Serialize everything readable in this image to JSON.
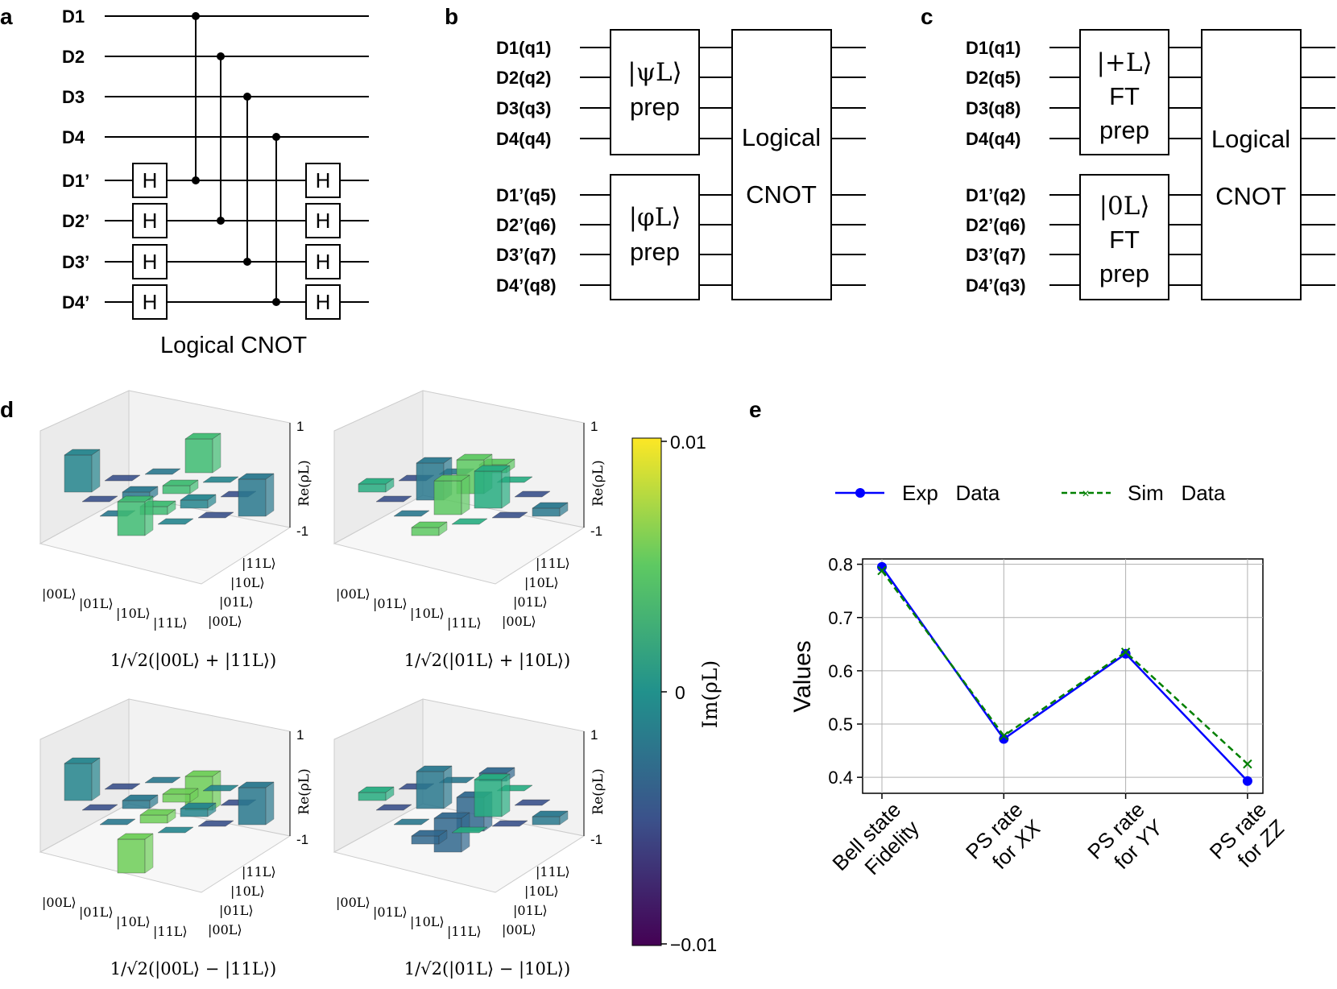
{
  "panels": {
    "a": {
      "label": "a",
      "wires": [
        "D1",
        "D2",
        "D3",
        "D4",
        "D1’",
        "D2’",
        "D3’",
        "D4’"
      ],
      "gate": "H",
      "caption": "Logical CNOT"
    },
    "b": {
      "label": "b",
      "wires": [
        "D1(q1)",
        "D2(q2)",
        "D3(q3)",
        "D4(q4)",
        "D1’(q5)",
        "D2’(q6)",
        "D3’(q7)",
        "D4’(q8)"
      ],
      "box_top": {
        "state": "|ψL⟩",
        "line2": "prep"
      },
      "box_bottom": {
        "state": "|φL⟩",
        "line2": "prep"
      },
      "box_right": {
        "line1": "Logical",
        "line2": "CNOT"
      }
    },
    "c": {
      "label": "c",
      "wires": [
        "D1(q1)",
        "D2(q5)",
        "D3(q8)",
        "D4(q4)",
        "D1’(q2)",
        "D2’(q6)",
        "D3’(q7)",
        "D4’(q3)"
      ],
      "box_top": {
        "state": "|+L⟩",
        "line2": "FT",
        "line3": "prep"
      },
      "box_bottom": {
        "state": "|0L⟩",
        "line2": "FT",
        "line3": "prep"
      },
      "box_right": {
        "line1": "Logical",
        "line2": "CNOT"
      }
    },
    "d": {
      "label": "d",
      "z_axis_label": "Re(ρL)",
      "z_ticks": [
        "1",
        "-1"
      ],
      "x_ticks": [
        "|00L⟩",
        "|01L⟩",
        "|10L⟩",
        "|11L⟩"
      ],
      "y_ticks": [
        "|00L⟩",
        "|01L⟩",
        "|10L⟩",
        "|11L⟩"
      ],
      "captions": [
        "1/√2(|00L⟩ + |11L⟩)",
        "1/√2(|01L⟩ + |10L⟩)",
        "1/√2(|00L⟩ − |11L⟩)",
        "1/√2(|01L⟩ − |10L⟩)"
      ],
      "colorbar": {
        "label": "Im(ρL)",
        "ticks": [
          "0.01",
          "0",
          "−0.01"
        ],
        "colors": [
          "#fde725",
          "#5ec962",
          "#21918c",
          "#3b528b",
          "#440154"
        ]
      }
    },
    "e": {
      "label": "e"
    }
  },
  "chart_data": {
    "type": "line",
    "categories": [
      "Bell state Fidelity",
      "PS rate for XX",
      "PS rate for YY",
      "PS rate for ZZ"
    ],
    "category_lines": [
      [
        "Bell state",
        "Fidelity"
      ],
      [
        "PS rate",
        "for XX"
      ],
      [
        "PS rate",
        "for YY"
      ],
      [
        "PS rate",
        "for ZZ"
      ]
    ],
    "series": [
      {
        "name": "Exp   Data",
        "values": [
          0.795,
          0.472,
          0.632,
          0.393
        ],
        "color": "#0000ff",
        "marker": "circle",
        "style": "solid"
      },
      {
        "name": "Sim   Data",
        "values": [
          0.788,
          0.478,
          0.635,
          0.425
        ],
        "color": "#008000",
        "marker": "x",
        "style": "dashed"
      }
    ],
    "ylabel": "Values",
    "ylim": [
      0.37,
      0.81
    ],
    "yticks": [
      "0.4",
      "0.5",
      "0.6",
      "0.7",
      "0.8"
    ],
    "grid": true,
    "legend": "top"
  }
}
